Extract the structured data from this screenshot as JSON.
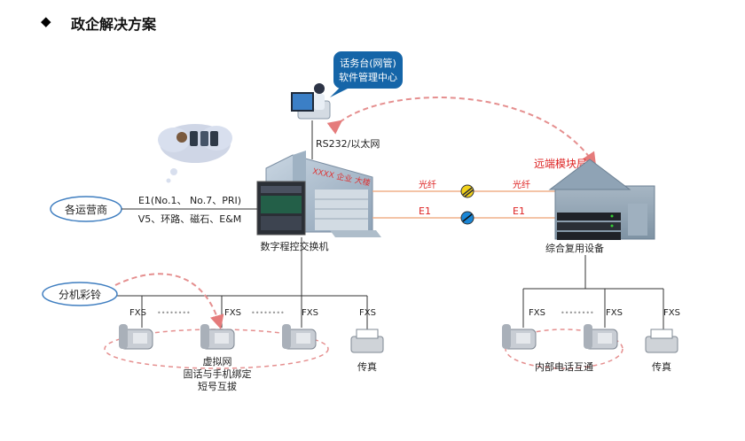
{
  "header": {
    "bullet": "◆",
    "title": "政企解决方案"
  },
  "diagram": {
    "console_label_line1": "话务台(网管)",
    "console_label_line2": "软件管理中心",
    "link_console": "RS232/以太网",
    "building_sign": "XXXX 企业 大楼",
    "pbx_label": "数字程控交换机",
    "operators": "各运营商",
    "trunk_line1": "E1(No.1、 No.7、PRI)",
    "trunk_line2": "V5、环路、磁石、E&M",
    "fiber_left": "光纤",
    "fiber_right": "光纤",
    "e1_left": "E1",
    "e1_right": "E1",
    "remote_office": "远端模块局",
    "mux_label": "综合复用设备",
    "ringback": "分机彩铃",
    "fxs": "FXS",
    "fax_left": "传真",
    "fax_right": "传真",
    "virtual_line1": "虚拟网",
    "virtual_line2": "固话与手机绑定",
    "virtual_line3": "短号互拔",
    "internal_call": "内部电话互通",
    "dots": "••••••••"
  }
}
